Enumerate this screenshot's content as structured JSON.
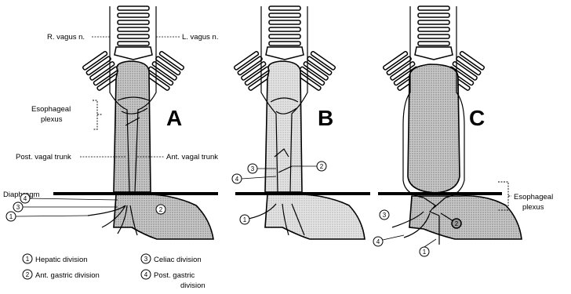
{
  "panels": [
    "A",
    "B",
    "C"
  ],
  "labels": {
    "r_vagus": "R. vagus n.",
    "l_vagus": "L. vagus n.",
    "esophageal_plexus_1": "Esophageal",
    "esophageal_plexus_2": "plexus",
    "post_vagal_trunk": "Post. vagal trunk",
    "ant_vagal_trunk": "Ant. vagal trunk",
    "diaphragm": "Diaphragm",
    "right_plexus_1": "Esophageal",
    "right_plexus_2": "plexus"
  },
  "markers": {
    "one": "1",
    "two": "2",
    "three": "3",
    "four": "4"
  },
  "legend": {
    "hepatic": "Hepatic division",
    "ant_gastric": "Ant. gastric division",
    "celiac": "Celiac division",
    "post_gastric_1": "Post. gastric",
    "post_gastric_2": "division"
  },
  "colors": {
    "ink": "#000000",
    "shade": "#9a9a9a",
    "light": "#d6d6d6"
  }
}
